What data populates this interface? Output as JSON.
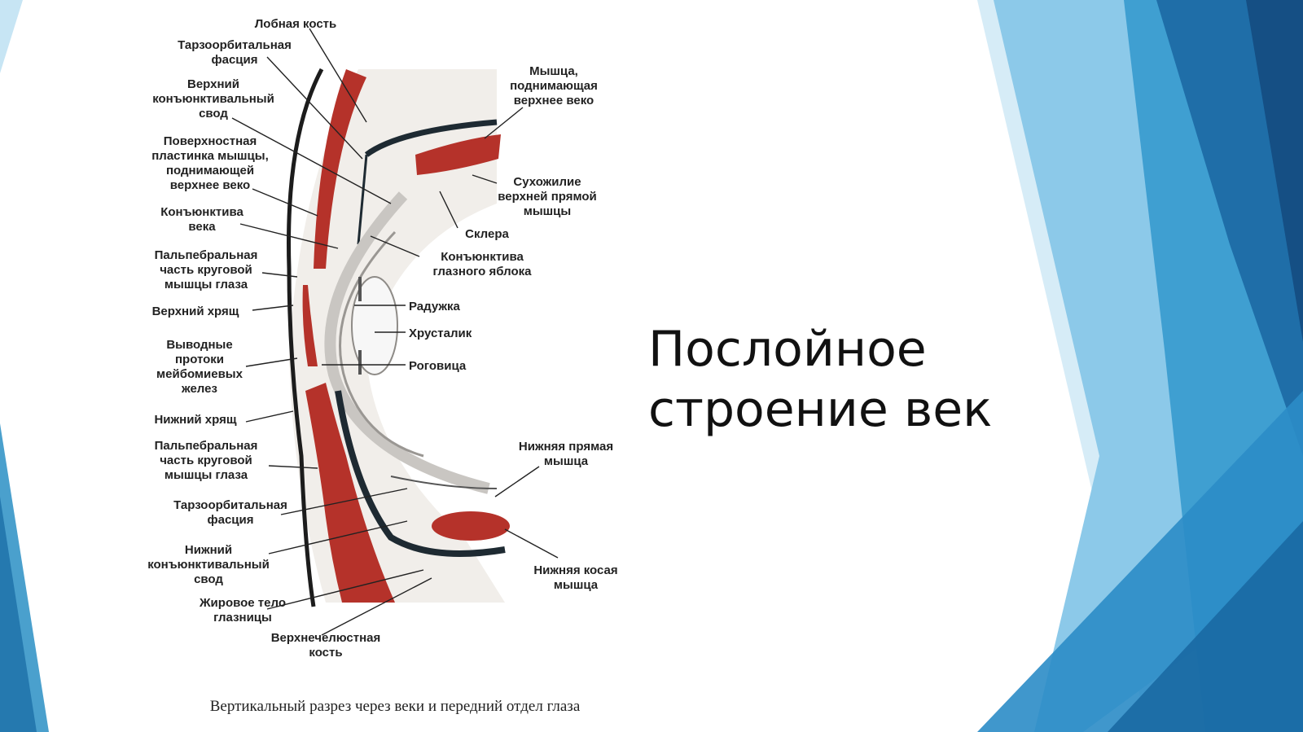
{
  "slide": {
    "title": "Послойное строение век",
    "caption": "Вертикальный разрез через веки и передний отдел глаза"
  },
  "labels": {
    "frontal_bone": "Лобная кость",
    "tarso_fascia_upper_1": "Тарзоорбитальная",
    "tarso_fascia_upper_2": "фасция",
    "upper_fornix_1": "Верхний",
    "upper_fornix_2": "конъюнктивальный",
    "upper_fornix_3": "свод",
    "superficial_1": "Поверхностная",
    "superficial_2": "пластинка мышцы,",
    "superficial_3": "поднимающей",
    "superficial_4": "верхнее веко",
    "lid_conj_1": "Конъюнктива",
    "lid_conj_2": "века",
    "palp_upper_1": "Пальпебральная",
    "palp_upper_2": "часть круговой",
    "palp_upper_3": "мышцы глаза",
    "upper_tarsus": "Верхний хрящ",
    "ducts_1": "Выводные",
    "ducts_2": "протоки",
    "ducts_3": "мейбомиевых",
    "ducts_4": "желез",
    "lower_tarsus": "Нижний хрящ",
    "palp_lower_1": "Пальпебральная",
    "palp_lower_2": "часть круговой",
    "palp_lower_3": "мышцы глаза",
    "tarso_fascia_lower_1": "Тарзоорбитальная",
    "tarso_fascia_lower_2": "фасция",
    "lower_fornix_1": "Нижний",
    "lower_fornix_2": "конъюнктивальный",
    "lower_fornix_3": "свод",
    "fat_1": "Жировое тело",
    "fat_2": "глазницы",
    "maxilla_1": "Верхнечелюстная",
    "maxilla_2": "кость",
    "levator_1": "Мышца,",
    "levator_2": "поднимающая",
    "levator_3": "верхнее веко",
    "tendon_1": "Сухожилие",
    "tendon_2": "верхней прямой",
    "tendon_3": "мышцы",
    "sclera": "Склера",
    "bulbar_conj_1": "Конъюнктива",
    "bulbar_conj_2": "глазного яблока",
    "iris": "Радужка",
    "lens": "Хрусталик",
    "cornea": "Роговица",
    "inf_rectus_1": "Нижняя прямая",
    "inf_rectus_2": "мышца",
    "inf_oblique_1": "Нижняя косая",
    "inf_oblique_2": "мышца"
  },
  "colors": {
    "accent_dark": "#1b5e93",
    "accent_mid": "#2a8fc4",
    "accent_light": "#7cc2e6",
    "muscle": "#b5322a"
  }
}
